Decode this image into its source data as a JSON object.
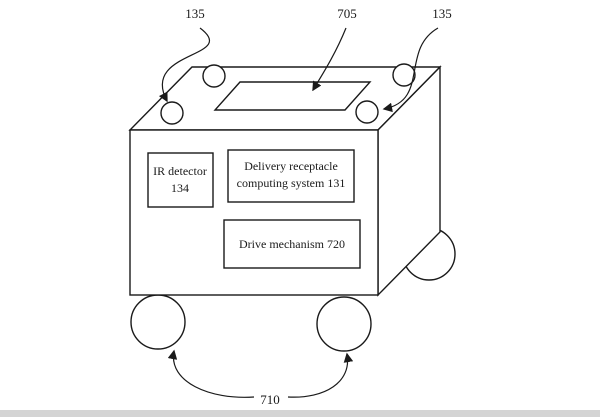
{
  "figure": {
    "refs": {
      "left_135": "135",
      "top_705": "705",
      "right_135": "135",
      "bottom_710": "710"
    },
    "components": {
      "ir_detector": {
        "line1": "IR detector",
        "line2": "134"
      },
      "computing_system": {
        "line1": "Delivery receptacle",
        "line2": "computing system 131"
      },
      "drive_mechanism": {
        "label": "Drive mechanism 720"
      }
    }
  }
}
